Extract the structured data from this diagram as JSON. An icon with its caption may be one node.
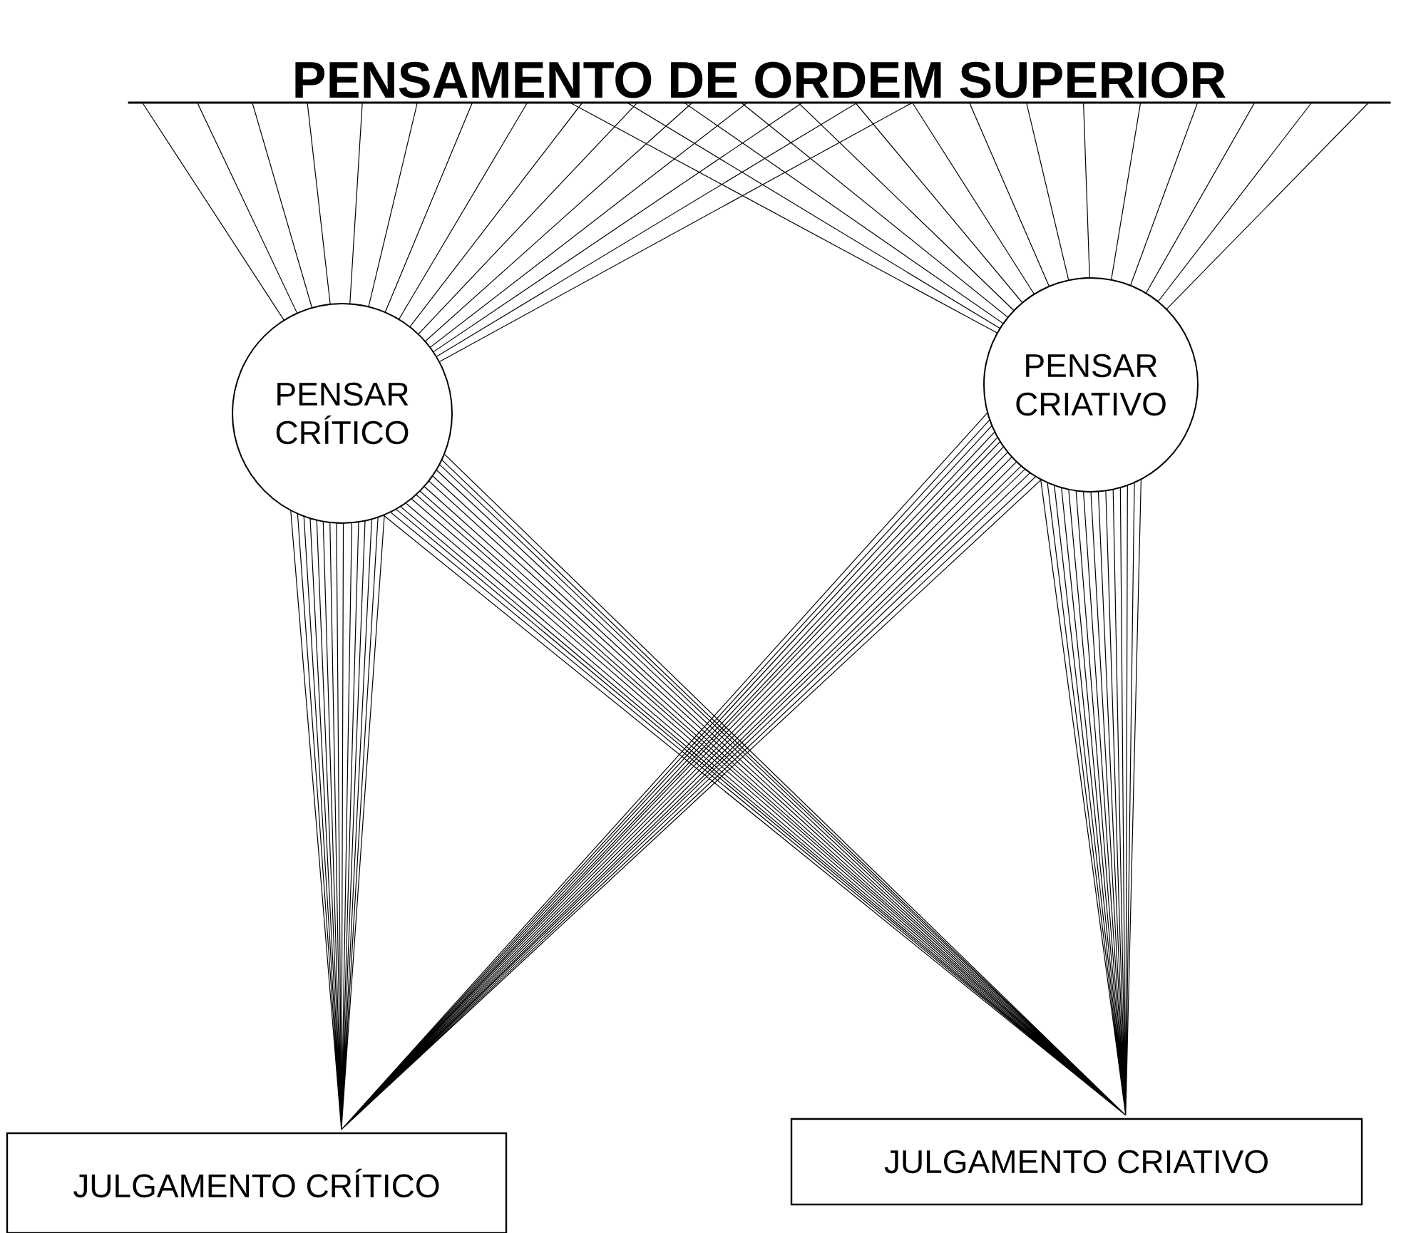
{
  "diagram": {
    "nodes": [
      {
        "text": [
          "PENSAMENTO DE ORDEM SUPERIOR"
        ]
      },
      {
        "text": [
          "PENSAR CRÍTICO"
        ]
      },
      {
        "text": [
          "PENSAR CRIATIVO"
        ]
      },
      {
        "text": [
          "JULGAMENTO CRÍTICO"
        ]
      },
      {
        "text": [
          "JULGAMENTO CRIATIVO"
        ]
      }
    ],
    "edges": [
      {
        "from": 0,
        "to": 1,
        "arrow": "none"
      },
      {
        "from": 0,
        "to": 2,
        "arrow": "none"
      },
      {
        "from": 1,
        "to": 3,
        "arrow": "none"
      },
      {
        "from": 1,
        "to": 4,
        "arrow": "none"
      },
      {
        "from": 2,
        "to": 3,
        "arrow": "none"
      },
      {
        "from": 2,
        "to": 4,
        "arrow": "none"
      }
    ]
  }
}
